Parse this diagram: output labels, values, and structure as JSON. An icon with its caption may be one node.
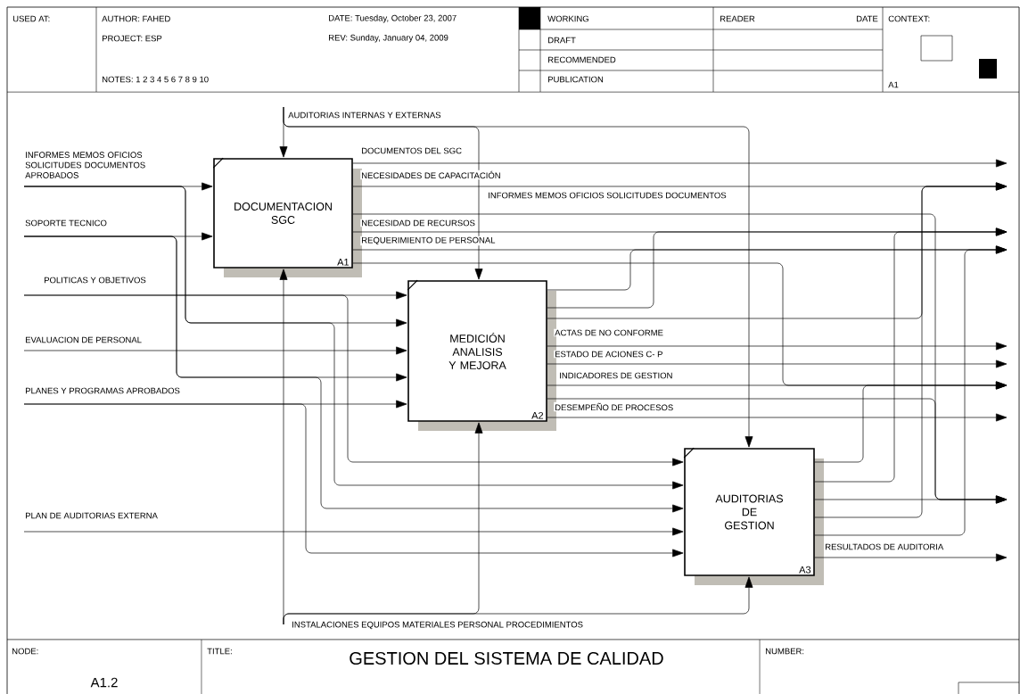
{
  "diagram": {
    "title": "GESTION DEL SISTEMA DE CALIDAD",
    "nodes": [
      {
        "text": [
          "DOCUMENTACION SGC",
          "A1"
        ]
      },
      {
        "text": [
          "MEDICIÓN ANALISIS Y MEJORA",
          "A2"
        ]
      },
      {
        "text": [
          "AUDITORIAS DE GESTION",
          "A3"
        ]
      }
    ],
    "edges": [
      {
        "from": null,
        "to": 0,
        "arrow": "to",
        "label": "INFORMES MEMOS OFICIOS SOLICITUDES DOCUMENTOS APROBADOS"
      },
      {
        "from": null,
        "to": 1,
        "arrow": "to"
      },
      {
        "from": null,
        "to": 2,
        "arrow": "to"
      },
      {
        "from": null,
        "to": 0,
        "arrow": "to",
        "label": "SOPORTE TECNICO"
      },
      {
        "from": null,
        "to": 1,
        "arrow": "to"
      },
      {
        "from": null,
        "to": 2,
        "arrow": "to"
      },
      {
        "from": null,
        "to": 1,
        "arrow": "to",
        "label": "POLITICAS Y OBJETIVOS"
      },
      {
        "from": null,
        "to": 2,
        "arrow": "to"
      },
      {
        "from": null,
        "to": 1,
        "arrow": "to",
        "label": "EVALUACION DE PERSONAL"
      },
      {
        "from": null,
        "to": 1,
        "arrow": "to",
        "label": "PLANES Y PROGRAMAS APROBADOS"
      },
      {
        "from": null,
        "to": 2,
        "arrow": "to"
      },
      {
        "from": null,
        "to": 2,
        "arrow": "to",
        "label": "PLAN DE AUDITORIAS EXTERNA"
      },
      {
        "from": null,
        "to": 0,
        "arrow": "to",
        "label": "AUDITORIAS INTERNAS Y EXTERNAS"
      },
      {
        "from": null,
        "to": 1,
        "arrow": "to"
      },
      {
        "from": null,
        "to": 2,
        "arrow": "to"
      },
      {
        "from": null,
        "to": 0,
        "arrow": "to",
        "label": "INSTALACIONES EQUIPOS MATERIALES PERSONAL PROCEDIMIENTOS"
      },
      {
        "from": null,
        "to": 1,
        "arrow": "to"
      },
      {
        "from": null,
        "to": 2,
        "arrow": "to"
      },
      {
        "from": 0,
        "to": null,
        "arrow": "to",
        "label": "DOCUMENTOS DEL SGC"
      },
      {
        "from": 0,
        "to": null,
        "arrow": "to",
        "label": "NECESIDADES DE CAPACITACIÓN"
      },
      {
        "from": 1,
        "to": null,
        "arrow": "to"
      },
      {
        "from": 2,
        "to": null,
        "arrow": "to"
      },
      {
        "from": 0,
        "to": null,
        "arrow": "to",
        "label": "INFORMES MEMOS OFICIOS SOLICITUDES DOCUMENTOS"
      },
      {
        "from": 1,
        "to": null,
        "arrow": "to"
      },
      {
        "from": 2,
        "to": null,
        "arrow": "to"
      },
      {
        "from": 0,
        "to": null,
        "arrow": "to",
        "label": "NECESIDAD DE RECURSOS"
      },
      {
        "from": 1,
        "to": null,
        "arrow": "to"
      },
      {
        "from": 2,
        "to": null,
        "arrow": "to"
      },
      {
        "from": 0,
        "to": null,
        "arrow": "to",
        "label": "REQUERIMIENTO DE PERSONAL"
      },
      {
        "from": 1,
        "to": null,
        "arrow": "to"
      },
      {
        "from": 2,
        "to": null,
        "arrow": "to"
      },
      {
        "from": 1,
        "to": null,
        "arrow": "to",
        "label": "ACTAS DE NO CONFORME"
      },
      {
        "from": 1,
        "to": null,
        "arrow": "to",
        "label": "ESTADO DE ACIONES C- P"
      },
      {
        "from": 1,
        "to": null,
        "arrow": "to",
        "label": "INDICADORES DE GESTION"
      },
      {
        "from": 0,
        "to": null,
        "arrow": "to"
      },
      {
        "from": 2,
        "to": null,
        "arrow": "to"
      },
      {
        "from": 1,
        "to": null,
        "arrow": "to",
        "label": "DESEMPEÑO DE PROCESOS"
      },
      {
        "from": 2,
        "to": null,
        "arrow": "to",
        "label": "RESULTADOS DE AUDITORIA"
      }
    ],
    "labels": [
      "USED AT:",
      "AUTHOR: FAHED",
      "DATE: Tuesday, October 23, 2007",
      "WORKING",
      "READER",
      "DATE",
      "CONTEXT:",
      "PROJECT: ESP",
      "REV: Sunday, January 04, 2009",
      "DRAFT",
      "RECOMMENDED",
      "NOTES: 1 2 3 4 5 6 7 8 9 10",
      "PUBLICATION",
      "A1",
      "NODE:",
      "TITLE:",
      "NUMBER:",
      "A1.2"
    ]
  }
}
